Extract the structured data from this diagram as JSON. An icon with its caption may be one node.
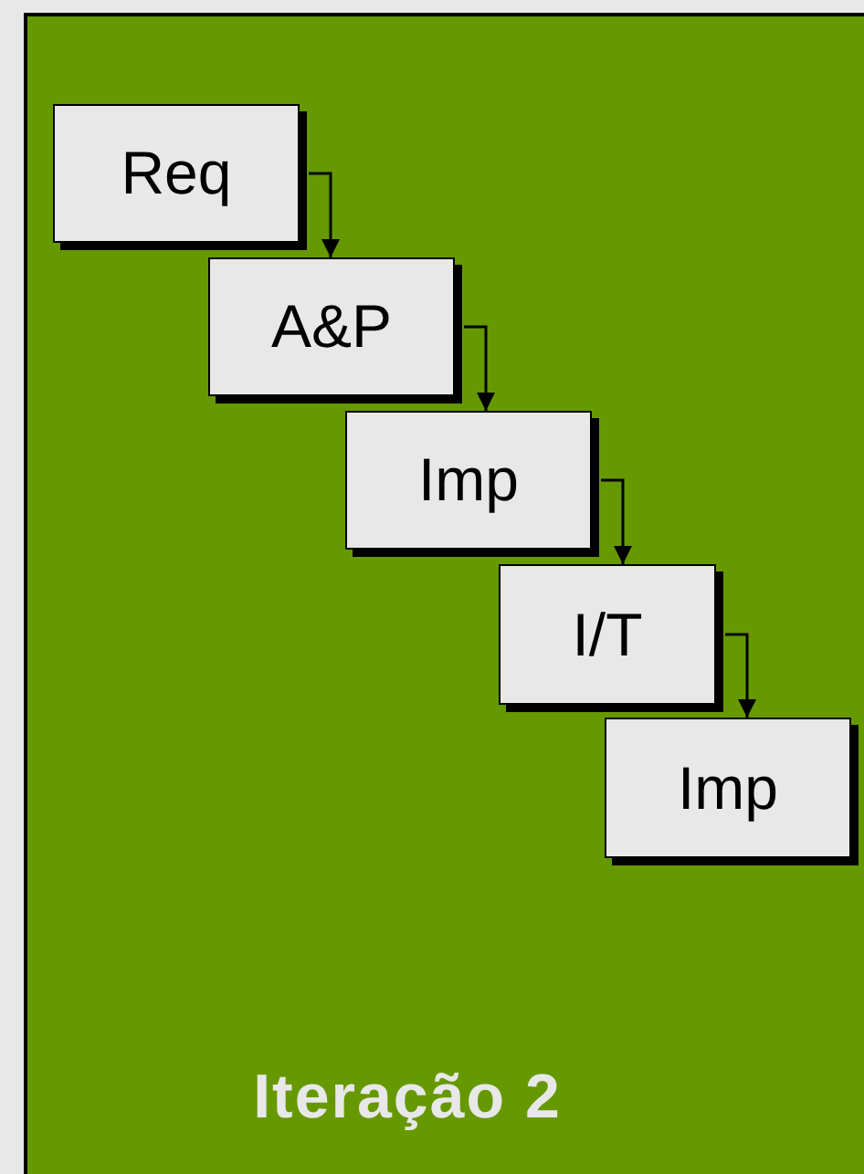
{
  "diagram": {
    "nodes": [
      {
        "text": [
          "Iteração 2"
        ]
      },
      {
        "text": [
          "Req"
        ],
        "in": 0
      },
      {
        "text": [
          "A&P"
        ],
        "in": 0
      },
      {
        "text": [
          "Imp"
        ],
        "in": 0
      },
      {
        "text": [
          "I/T"
        ],
        "in": 0
      },
      {
        "text": [
          "Imp"
        ],
        "in": 0
      }
    ],
    "edges": [
      {
        "from": 1,
        "to": 2,
        "arrow": "to"
      },
      {
        "from": 2,
        "to": 3,
        "arrow": "to"
      },
      {
        "from": 3,
        "to": 4,
        "arrow": "to"
      },
      {
        "from": 4,
        "to": 5,
        "arrow": "to"
      }
    ]
  }
}
